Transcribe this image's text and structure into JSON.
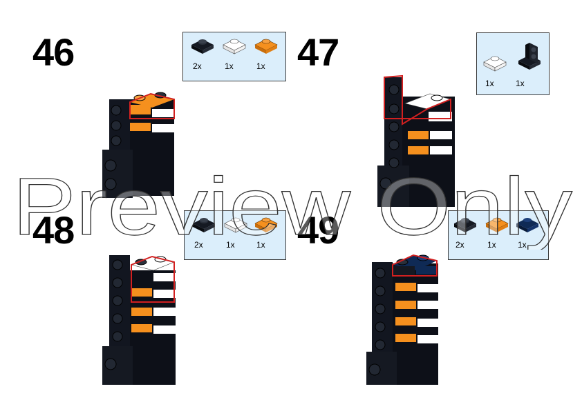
{
  "steps": [
    {
      "number": "46",
      "parts": [
        {
          "color": "black",
          "qty": "2x"
        },
        {
          "color": "white",
          "qty": "1x"
        },
        {
          "color": "orange",
          "qty": "1x"
        }
      ]
    },
    {
      "number": "47",
      "parts": [
        {
          "color": "white",
          "qty": "1x"
        },
        {
          "color": "black-bracket",
          "qty": "1x"
        }
      ]
    },
    {
      "number": "48",
      "parts": [
        {
          "color": "black",
          "qty": "2x"
        },
        {
          "color": "white",
          "qty": "1x"
        },
        {
          "color": "orange",
          "qty": "1x"
        }
      ]
    },
    {
      "number": "49",
      "parts": [
        {
          "color": "black",
          "qty": "2x"
        },
        {
          "color": "orange",
          "qty": "1x"
        },
        {
          "color": "dark-blue",
          "qty": "1x"
        }
      ]
    }
  ],
  "colors": {
    "black": "#151922",
    "white": "#ffffff",
    "orange": "#f5901e",
    "dark-blue": "#0f2a55",
    "callout-bg": "#dbeefb",
    "highlight": "#d22020"
  },
  "watermark": "Preview Only"
}
